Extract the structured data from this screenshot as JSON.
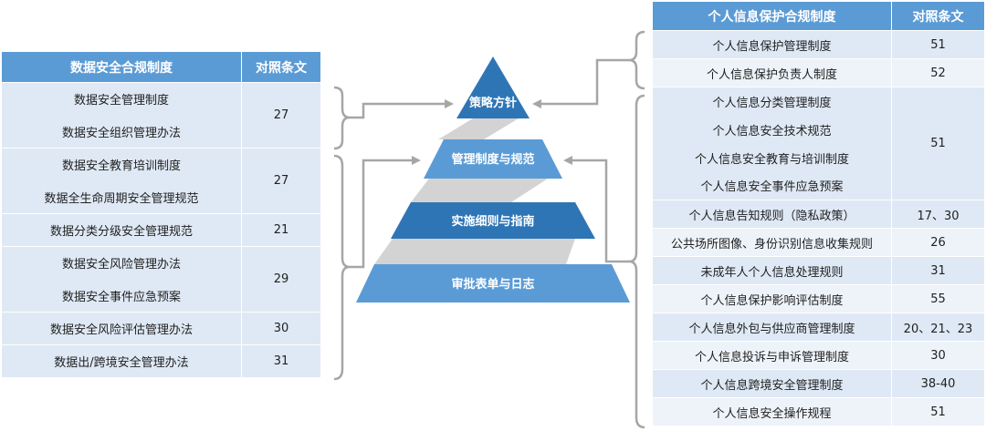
{
  "left_table": {
    "header": {
      "title": "数据安全合规制度",
      "ref": "对照条文"
    },
    "groups": [
      {
        "items": [
          "数据安全管理制度",
          "数据安全组织管理办法"
        ],
        "ref": "27"
      },
      {
        "items": [
          "数据安全教育培训制度",
          "数据全生命周期安全管理规范"
        ],
        "ref": "27"
      },
      {
        "items": [
          "数据分类分级安全管理规范"
        ],
        "ref": "21"
      },
      {
        "items": [
          "数据安全风险管理办法",
          "数据安全事件应急预案"
        ],
        "ref": "29"
      },
      {
        "items": [
          "数据安全风险评估管理办法"
        ],
        "ref": "30"
      },
      {
        "items": [
          "数据出/跨境安全管理办法"
        ],
        "ref": "31"
      }
    ]
  },
  "pyramid": {
    "levels": [
      "策略方针",
      "管理制度与规范",
      "实施细则与指南",
      "审批表单与日志"
    ],
    "colors": {
      "dark": "#2e75b6",
      "light": "#5b9bd5",
      "connector": "#d0d0d0",
      "bracket": "#a6a6a6"
    }
  },
  "right_table": {
    "header": {
      "title": "个人信息保护合规制度",
      "ref": "对照条文"
    },
    "groups": [
      {
        "items": [
          "个人信息保护管理制度"
        ],
        "ref": "51"
      },
      {
        "items": [
          "个人信息保护负责人制度"
        ],
        "ref": "52"
      },
      {
        "items": [
          "个人信息分类管理制度",
          "个人信息安全技术规范",
          "个人信息安全教育与培训制度",
          "个人信息安全事件应急预案"
        ],
        "ref": "51"
      },
      {
        "items": [
          "个人信息告知规则（隐私政策）"
        ],
        "ref": "17、30"
      },
      {
        "items": [
          "公共场所图像、身份识别信息收集规则"
        ],
        "ref": "26"
      },
      {
        "items": [
          "未成年人个人信息处理规则"
        ],
        "ref": "31"
      },
      {
        "items": [
          "个人信息保护影响评估制度"
        ],
        "ref": "55"
      },
      {
        "items": [
          "个人信息外包与供应商管理制度"
        ],
        "ref": "20、21、23"
      },
      {
        "items": [
          "个人信息投诉与申诉管理制度"
        ],
        "ref": "30"
      },
      {
        "items": [
          "个人信息跨境安全管理制度"
        ],
        "ref": "38-40"
      },
      {
        "items": [
          "个人信息安全操作规程"
        ],
        "ref": "51"
      }
    ]
  }
}
